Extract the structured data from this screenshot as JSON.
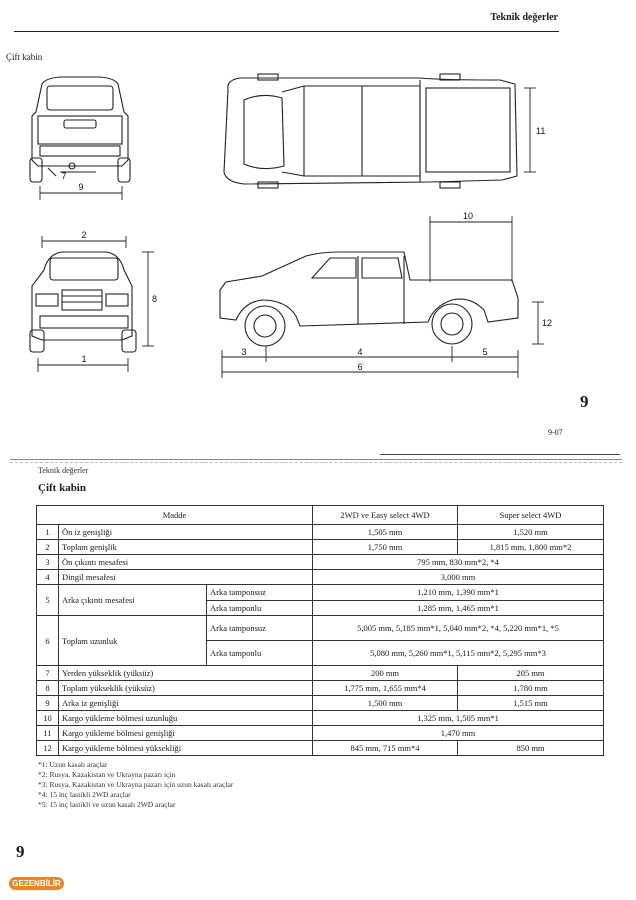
{
  "header": {
    "title": "Teknik değerler",
    "section_label": "Çift kabin"
  },
  "dimension_labels": [
    "1",
    "2",
    "3",
    "4",
    "5",
    "6",
    "7",
    "8",
    "9",
    "10",
    "11",
    "12"
  ],
  "section_number": "9",
  "page_code": "9-07",
  "lower": {
    "sub_header": "Teknik değerler",
    "title": "Çift kabin",
    "table": {
      "headers": [
        "Madde",
        "2WD ve Easy select 4WD",
        "Super select 4WD"
      ],
      "rows": [
        {
          "no": "1",
          "item": "Ön iz genişliği",
          "v1": "1,505 mm",
          "v2": "1,520 mm"
        },
        {
          "no": "2",
          "item": "Toplam genişlik",
          "v1": "1,750 mm",
          "v2": "1,815 mm, 1,800 mm*2"
        },
        {
          "no": "3",
          "item": "Ön çıkıntı mesafesi",
          "v": "795 mm, 830 mm*2, *4"
        },
        {
          "no": "4",
          "item": "Dingil mesafesi",
          "v": "3,000 mm"
        },
        {
          "no": "5",
          "item": "Arka çıkıntı mesafesi",
          "subs": [
            {
              "label": "Arka tamponsuz",
              "v": "1,210 mm, 1,390 mm*1"
            },
            {
              "label": "Arka tamponlu",
              "v": "1,285 mm, 1,465 mm*1"
            }
          ]
        },
        {
          "no": "6",
          "item": "Toplam uzunluk",
          "subs": [
            {
              "label": "Arka tamponsuz",
              "v": "5,005 mm, 5,185 mm*1, 5,040 mm*2, *4, 5,220 mm*1, *5"
            },
            {
              "label": "Arka tamponlu",
              "v": "5,080 mm, 5,260 mm*1, 5,115 mm*2, 5,295 mm*3"
            }
          ]
        },
        {
          "no": "7",
          "item": "Yerden yükseklik (yüksüz)",
          "v1": "200 mm",
          "v2": "205 mm"
        },
        {
          "no": "8",
          "item": "Toplam yükseklik (yüksüz)",
          "v1": "1,775 mm, 1,655 mm*4",
          "v2": "1,780 mm"
        },
        {
          "no": "9",
          "item": "Arka iz genişliği",
          "v1": "1,500 mm",
          "v2": "1,515 mm"
        },
        {
          "no": "10",
          "item": "Kargo yükleme bölmesi uzunluğu",
          "v": "1,325 mm, 1,505 mm*1"
        },
        {
          "no": "11",
          "item": "Kargo yükleme bölmesi genişliği",
          "v": "1,470 mm"
        },
        {
          "no": "12",
          "item": "Kargo yükleme bölmesi yüksekliği",
          "v1": "845 mm, 715 mm*4",
          "v2": "850 mm"
        }
      ]
    },
    "footnotes": [
      "*1: Uzun kasalı araçlar",
      "*2: Rusya, Kazakistan ve Ukrayna pazarı için",
      "*3: Rusya, Kazakistan ve Ukrayna pazarı için uzun kasalı araçlar",
      "*4: 15 inç lastikli 2WD araçlar",
      "*5: 15 inç lastikli ve uzun kasalı 2WD araçlar"
    ],
    "page_number": "9"
  },
  "logo_text": "GEZENBİLİR"
}
